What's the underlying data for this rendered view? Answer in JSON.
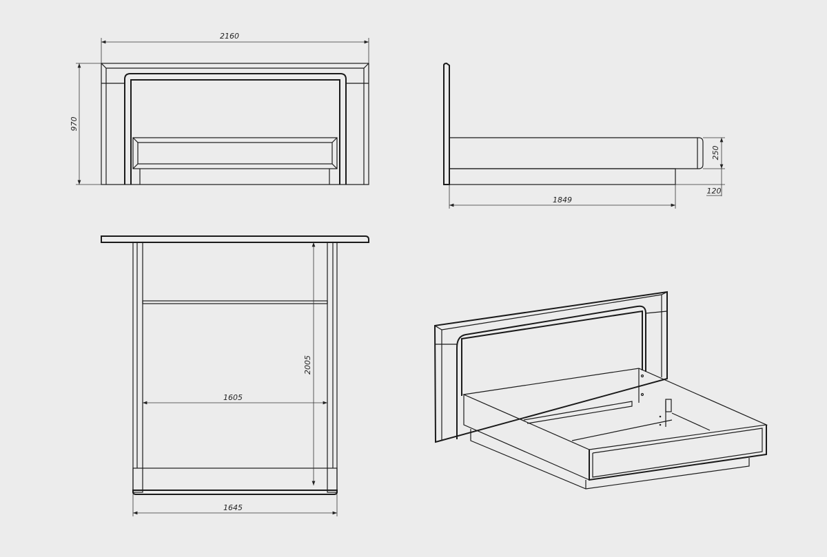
{
  "views": {
    "front": {
      "width_label": "2160",
      "height_label": "970"
    },
    "side": {
      "length_label": "1849",
      "rail_height_label": "250",
      "base_height_label": "120"
    },
    "top": {
      "inner_length_label": "2005",
      "inner_width_label": "1605",
      "outer_width_label": "1645"
    }
  },
  "colors": {
    "background": "#ececec",
    "line": "#1a1a1a"
  }
}
